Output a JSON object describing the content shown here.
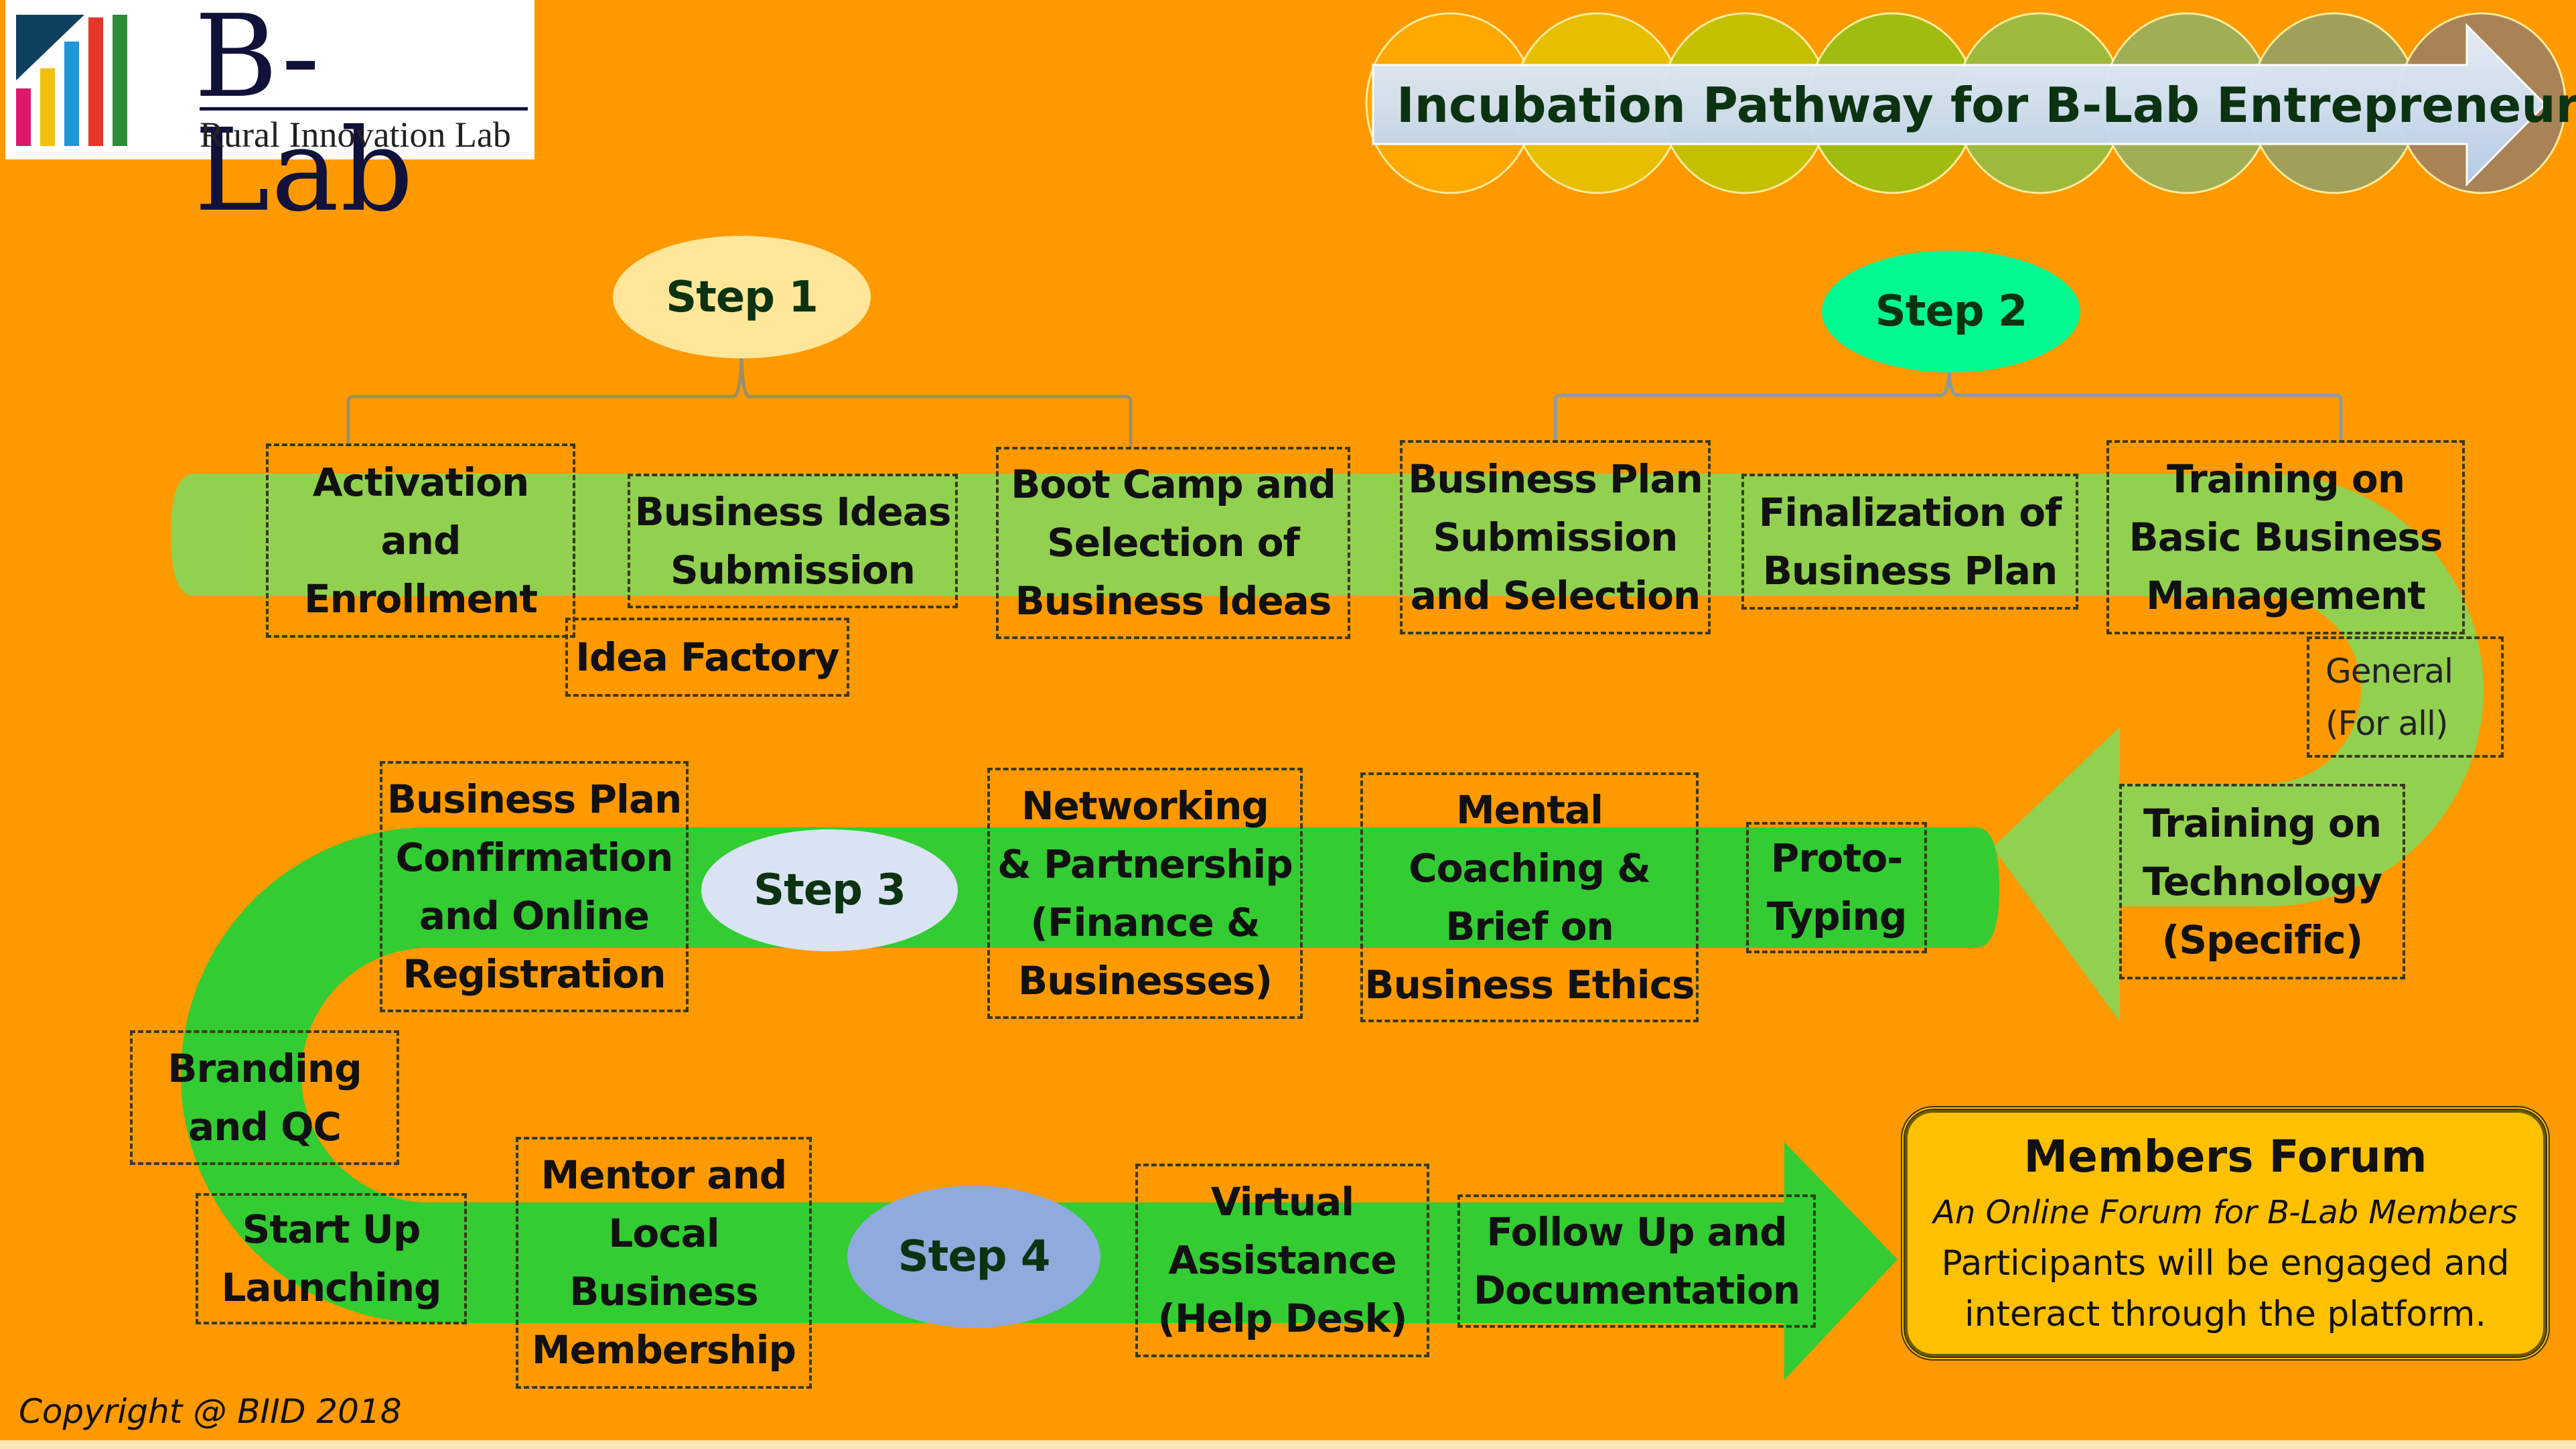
{
  "logo": {
    "name": "B-Lab",
    "tagline": "Rural Innovation Lab",
    "bar_colors": [
      "#E0176A",
      "#F2C10F",
      "#1E96D8",
      "#E8352A",
      "#2E8B3A"
    ],
    "triangle_color": "#10405F"
  },
  "title": {
    "text": "Incubation Pathway for B-Lab Entrepreneurs",
    "circle_colors": [
      "#FFAA00",
      "#E6C300",
      "#BFC400",
      "#99C013",
      "#96BD43",
      "#99B15E",
      "#9AA163",
      "#A2825D"
    ]
  },
  "colors": {
    "background": "#FF9900",
    "track_light": "#92D050",
    "track_bright": "#33CC33",
    "step1": "#FFE699",
    "step2": "#00F890",
    "step3": "#DAE3F3",
    "step4": "#8FAADC",
    "forum": "#FFC000"
  },
  "steps": [
    {
      "id": "step1",
      "label": "Step 1"
    },
    {
      "id": "step2",
      "label": "Step 2"
    },
    {
      "id": "step3",
      "label": "Step 3"
    },
    {
      "id": "step4",
      "label": "Step 4"
    }
  ],
  "stages": {
    "activation": [
      "Activation",
      "and",
      "Enrollment"
    ],
    "ideas_submission": [
      "Business Ideas",
      "Submission"
    ],
    "idea_factory": [
      "Idea Factory"
    ],
    "boot_camp": [
      "Boot Camp and",
      "Selection of",
      "Business Ideas"
    ],
    "bp_submission": [
      "Business Plan",
      "Submission",
      "and Selection"
    ],
    "finalization": [
      "Finalization of",
      "Business Plan"
    ],
    "training_basic": [
      "Training on",
      "Basic Business",
      "Management"
    ],
    "general": [
      "General",
      "(For all)"
    ],
    "training_tech": [
      "Training on",
      "Technology",
      "(Specific)"
    ],
    "bp_confirmation": [
      "Business Plan",
      "Confirmation",
      "and Online",
      "Registration"
    ],
    "networking": [
      "Networking",
      "& Partnership",
      "(Finance &",
      "Businesses)"
    ],
    "mental_coaching": [
      "Mental",
      "Coaching &",
      "Brief on",
      "Business Ethics"
    ],
    "prototyping": [
      "Proto-",
      "Typing"
    ],
    "branding": [
      "Branding",
      "and QC"
    ],
    "startup": [
      "Start Up",
      "Launching"
    ],
    "mentor": [
      "Mentor and",
      "Local",
      "Business",
      "Membership"
    ],
    "virtual": [
      "Virtual",
      "Assistance",
      "(Help Desk)"
    ],
    "followup": [
      "Follow Up and",
      "Documentation"
    ]
  },
  "forum": {
    "title": "Members Forum",
    "subtitle": "An Online Forum for B-Lab Members",
    "description_lines": [
      "Participants will be engaged and",
      "interact through the platform."
    ]
  },
  "footer": {
    "copyright": "Copyright @ BIID 2018"
  }
}
